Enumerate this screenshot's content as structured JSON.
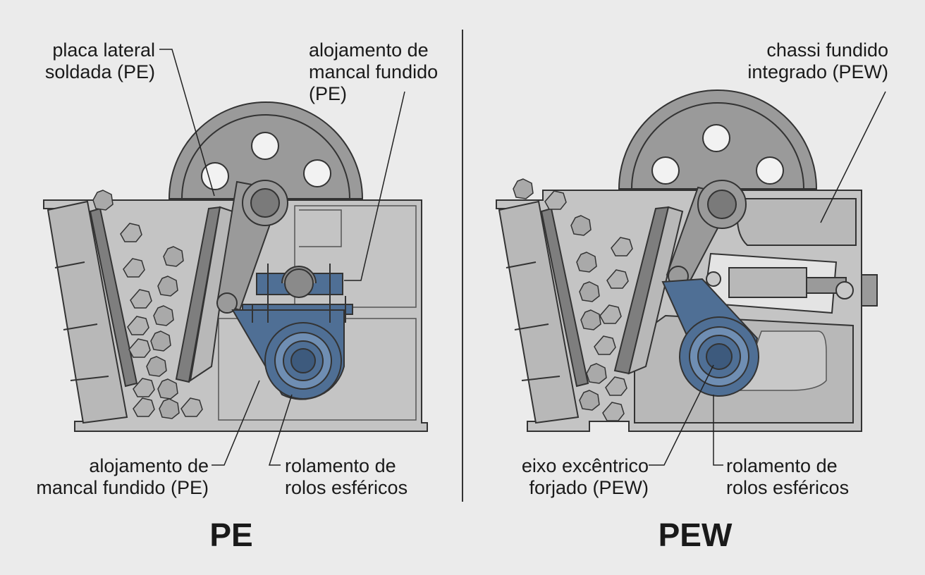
{
  "left": {
    "title": "PE",
    "label_side_plate": "placa lateral\nsoldada (PE)",
    "label_bearing_housing_top": "alojamento de\nmancal fundido\n(PE)",
    "label_bearing_housing_bottom": "alojamento de\nmancal fundido (PE)",
    "label_roller_bearing": "rolamento de\nrolos esféricos"
  },
  "right": {
    "title": "PEW",
    "label_cast_chassis": "chassi fundido\nintegrado (PEW)",
    "label_eccentric_shaft": "eixo excêntrico\nforjado (PEW)",
    "label_roller_bearing": "rolamento de\nrolos esféricos"
  },
  "colors": {
    "background": "#ebebeb",
    "frame_gray": "#c4c4c4",
    "steel_gray": "#9a9a9a",
    "bearing_blue": "#4f6f95",
    "outline": "#3a3a3a"
  },
  "icons": [
    "flywheel-icon",
    "bearing-icon",
    "rock-icon"
  ]
}
